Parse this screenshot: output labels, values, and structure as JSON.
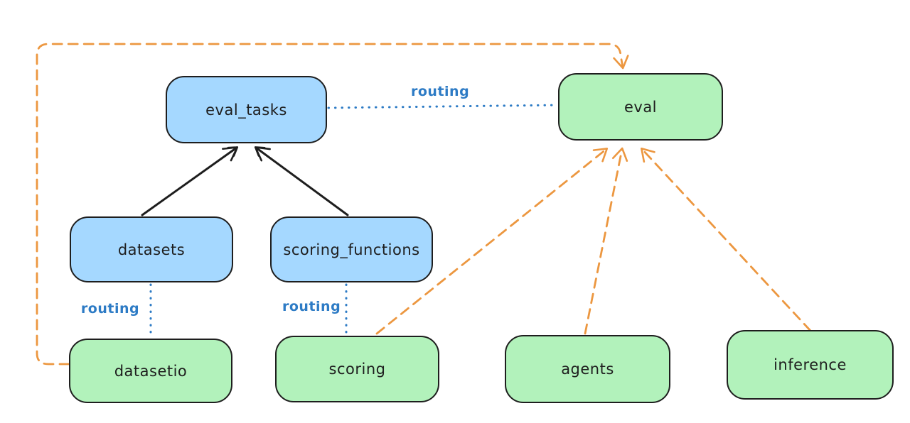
{
  "diagram": {
    "kind": "architecture-graph",
    "background": "#ffffff"
  },
  "nodes": [
    {
      "id": "eval_tasks",
      "label": "eval_tasks",
      "color_kind": "blue"
    },
    {
      "id": "eval",
      "label": "eval",
      "color_kind": "green"
    },
    {
      "id": "datasets",
      "label": "datasets",
      "color_kind": "blue"
    },
    {
      "id": "scoring_functions",
      "label": "scoring_functions",
      "color_kind": "blue"
    },
    {
      "id": "datasetio",
      "label": "datasetio",
      "color_kind": "green"
    },
    {
      "id": "scoring",
      "label": "scoring",
      "color_kind": "green"
    },
    {
      "id": "agents",
      "label": "agents",
      "color_kind": "green"
    },
    {
      "id": "inference",
      "label": "inference",
      "color_kind": "green"
    }
  ],
  "edges": [
    {
      "from": "datasets",
      "to": "eval_tasks",
      "style": "solid",
      "color": "#1e1e1e",
      "arrow": true,
      "label": ""
    },
    {
      "from": "scoring_functions",
      "to": "eval_tasks",
      "style": "solid",
      "color": "#1e1e1e",
      "arrow": true,
      "label": ""
    },
    {
      "from": "eval_tasks",
      "to": "eval",
      "style": "dotted",
      "color": "#2d7bc5",
      "arrow": false,
      "label": "routing"
    },
    {
      "from": "datasets",
      "to": "datasetio",
      "style": "dotted",
      "color": "#2d7bc5",
      "arrow": false,
      "label": "routing"
    },
    {
      "from": "scoring_functions",
      "to": "scoring",
      "style": "dotted",
      "color": "#2d7bc5",
      "arrow": false,
      "label": "routing"
    },
    {
      "from": "datasetio",
      "to": "eval",
      "style": "dashed",
      "color": "#ec9740",
      "arrow": true,
      "label": ""
    },
    {
      "from": "scoring",
      "to": "eval",
      "style": "dashed",
      "color": "#ec9740",
      "arrow": true,
      "label": ""
    },
    {
      "from": "agents",
      "to": "eval",
      "style": "dashed",
      "color": "#ec9740",
      "arrow": true,
      "label": ""
    },
    {
      "from": "inference",
      "to": "eval",
      "style": "dashed",
      "color": "#ec9740",
      "arrow": true,
      "label": ""
    }
  ],
  "colors": {
    "node_stroke": "#1e1e1e",
    "blue_node_fill": "#a5d8ff",
    "green_node_fill": "#b2f2bb",
    "routing_line_blue": "#2d7bc5",
    "dependency_line_black": "#1e1e1e",
    "provider_line_orange": "#ec9740",
    "background": "#ffffff"
  }
}
